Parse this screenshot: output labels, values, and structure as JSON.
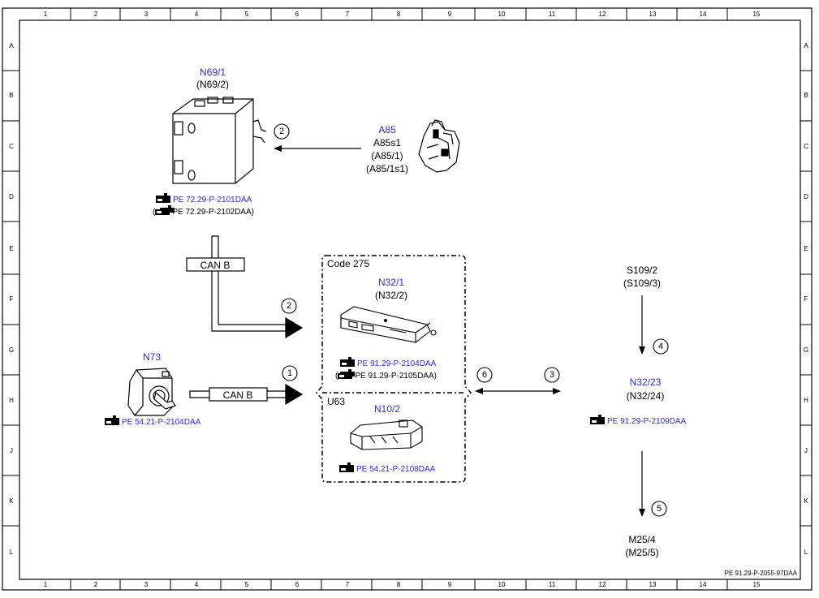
{
  "ruler": {
    "columns": [
      "1",
      "2",
      "3",
      "4",
      "5",
      "6",
      "7",
      "8",
      "9",
      "10",
      "11",
      "12",
      "13",
      "14",
      "15"
    ],
    "rows": [
      "A",
      "B",
      "C",
      "D",
      "E",
      "F",
      "G",
      "H",
      "J",
      "K",
      "L"
    ]
  },
  "components": {
    "n69": {
      "label": "N69/1",
      "alt": "(N69/2)",
      "ref1": "PE 72.29-P-2101DAA",
      "ref2": "PE 72.29-P-2102DAA)",
      "ref2_prefix": "("
    },
    "a85": {
      "label": "A85",
      "line2": "A85s1",
      "line3": "(A85/1)",
      "line4": "(A85/1s1)"
    },
    "n73": {
      "label": "N73",
      "ref": "PE 54.21-P-2104DAA"
    },
    "n32_1": {
      "label": "N32/1",
      "alt": "(N32/2)",
      "ref1": "PE 91.29-P-2104DAA",
      "ref2": "PE 91.29-P-2105DAA)",
      "ref2_prefix": "("
    },
    "n10_2": {
      "label": "N10/2",
      "ref": "PE 54.21-P-2108DAA"
    },
    "s109": {
      "label": "S109/2",
      "alt": "(S109/3)"
    },
    "n32_23": {
      "label": "N32/23",
      "alt": "(N32/24)",
      "ref": "PE 91.29-P-2109DAA"
    },
    "m25": {
      "label": "M25/4",
      "alt": "(M25/5)"
    }
  },
  "groups": {
    "code": "Code 275",
    "u63": "U63"
  },
  "bus": {
    "can_top": "CAN B",
    "can_bottom": "CAN B"
  },
  "callouts": {
    "c_a85": "2",
    "c_can": "2",
    "c_n73": "1",
    "c_6": "6",
    "c_3": "3",
    "c_4": "4",
    "c_5": "5"
  },
  "footer": {
    "doc_id": "PE 91.29-P-2055-97DAA"
  },
  "colors": {
    "link_blue": "#2b2bd0",
    "ink": "#000000"
  }
}
